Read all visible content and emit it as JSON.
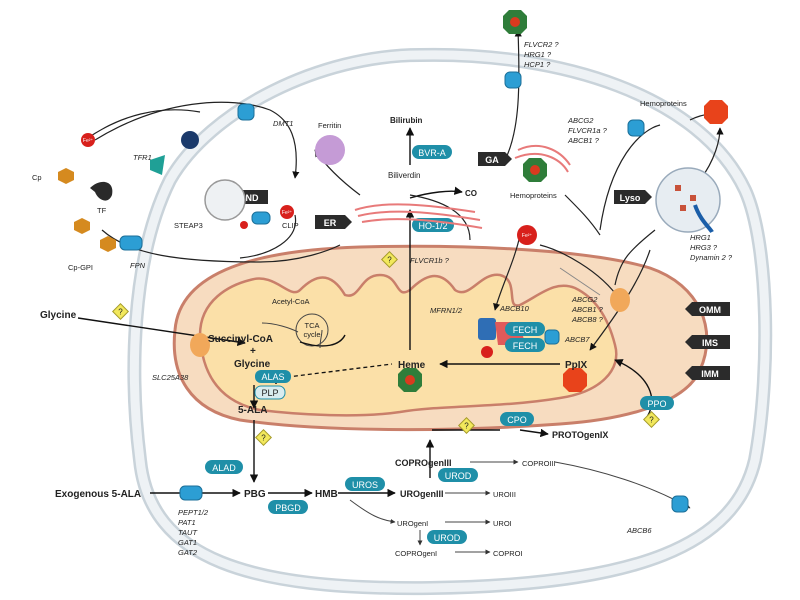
{
  "tags": {
    "end": "END",
    "er": "ER",
    "ga": "GA",
    "lyso": "Lyso",
    "omm": "OMM",
    "ims": "IMS",
    "imm": "IMM"
  },
  "enzymes": {
    "alas": "ALAS",
    "plp": "PLP",
    "alad": "ALAD",
    "pbgd": "PBGD",
    "uros": "UROS",
    "urod1": "UROD",
    "urod2": "UROD",
    "cpo": "CPO",
    "ppo": "PPO",
    "fech1": "FECH",
    "fech2": "FECH",
    "bvra": "BVR-A",
    "ho": "HO-1/2"
  },
  "labels": {
    "glycine_outer": "Glycine",
    "succinyl": "Succinyl-CoA",
    "plus": "+",
    "glycine_inner": "Glycine",
    "ala": "5-ALA",
    "acetyl": "Acetyl-CoA",
    "tca1": "TCA",
    "tca2": "cycle",
    "heme": "Heme",
    "ppix": "PpIX",
    "protogenix": "PROTOgenIX",
    "coprogeniii": "COPROgenIII",
    "coproiii": "COPROIII",
    "urogeniii": "UROgenIII",
    "uroiii": "UROIII",
    "urogeni": "UROgenI",
    "uroi": "UROI",
    "coprogeni": "COPROgenI",
    "coproi": "COPROI",
    "exo_ala": "Exogenous 5-ALA",
    "pbg": "PBG",
    "hmb": "HMB",
    "bilirubin": "Bilirubin",
    "biliverdin": "Biliverdin",
    "co": "CO",
    "ferritin": "Ferritin",
    "hemoproteins_top": "Hemoproteins",
    "hemoproteins_ga": "Hemoproteins",
    "cp": "Cp",
    "tf": "TF",
    "tfr1": "TFR1",
    "steap3": "STEAP3",
    "clip": "CLIP",
    "fpn": "FPN",
    "cp_gpi": "Cp-GPI",
    "fe": "Fe²⁺"
  },
  "transporters": {
    "dmt1": "DMT1",
    "flvcr2_group": [
      "FLVCR2 ?",
      "HRG1 ?",
      "HCP1 ?"
    ],
    "abcg2_group": [
      "ABCG2",
      "FLVCR1a ?",
      "ABCB1 ?"
    ],
    "hrg_group": [
      "HRG1",
      "HRG3 ?",
      "Dynamin 2 ?"
    ],
    "flvcr1b": "FLVCR1b ?",
    "mfrn": "MFRN1/2",
    "abcb10": "ABCB10",
    "abcb7": "ABCB7",
    "mito_abc_group": [
      "ABCG2",
      "ABCB1 ?",
      "ABCB8 ?"
    ],
    "slc25a38": "SLC25A38",
    "pept_group": [
      "PEPT1/2",
      "PAT1",
      "TAUT",
      "GAT1",
      "GAT2"
    ],
    "abcb6": "ABCB6"
  },
  "badges": {
    "question": "?"
  },
  "colors": {
    "membrane": "#e9eef2",
    "membrane_stroke": "#9aa8b3",
    "mito_outer": "#f7dcc0",
    "mito_inner": "#fbe0a8",
    "mito_stroke": "#c97f6a",
    "enzyme": "#1f8fa8",
    "transporter": "#2c9ed4",
    "tag": "#2b2b2b",
    "heme_red": "#d93a1f",
    "heme_green": "#2f7d3a",
    "question_fill": "#f2e85c"
  }
}
